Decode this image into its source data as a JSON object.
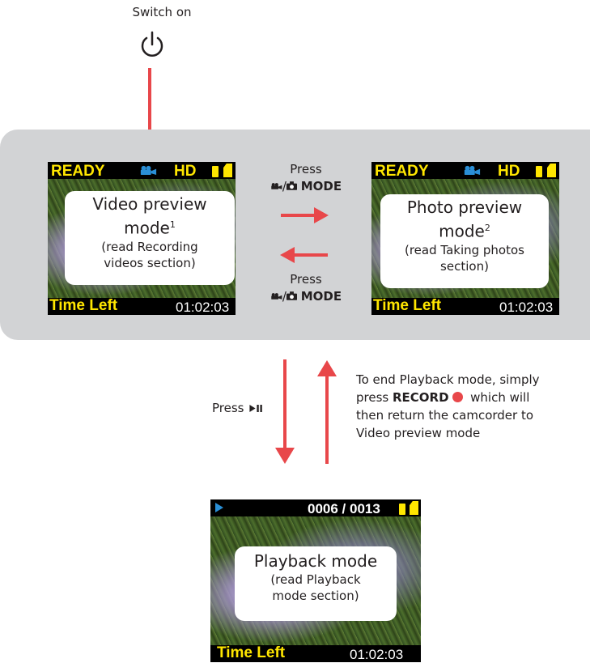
{
  "top": {
    "switch_label": "Switch on",
    "power_icon": "power-icon"
  },
  "screens": {
    "video": {
      "status": "READY",
      "quality": "HD",
      "footer_label": "Time Left",
      "footer_time": "01:02:03",
      "bubble_title": "Video preview",
      "bubble_title2": "mode",
      "bubble_sup": "1",
      "bubble_note1": "(read Recording",
      "bubble_note2": "videos section)"
    },
    "photo": {
      "status": "READY",
      "quality": "HD",
      "footer_label": "Time Left",
      "footer_time": "01:02:03",
      "bubble_title": "Photo preview",
      "bubble_title2": "mode",
      "bubble_sup": "2",
      "bubble_note1": "(read Taking photos",
      "bubble_note2": "section)"
    },
    "playback": {
      "counter": "0006 / 0013",
      "footer_label": "Time Left",
      "footer_time": "01:02:03",
      "bubble_title": "Playback mode",
      "bubble_note1": "(read Playback",
      "bubble_note2": "mode section)"
    }
  },
  "transitions": {
    "to_photo_press": "Press",
    "to_photo_mode": "MODE",
    "to_video_press": "Press",
    "to_video_mode": "MODE",
    "to_playback": "Press",
    "end_playback_line1": "To end Playback mode, simply",
    "end_playback_press": "press",
    "end_playback_record": "RECORD",
    "end_playback_after": "which will",
    "end_playback_line3": "then return the camcorder to",
    "end_playback_line4": "Video preview mode"
  },
  "colors": {
    "arrow": "#e8474a",
    "band": "#d2d3d5",
    "osd_yellow": "#ffe600",
    "osd_blue": "#2a8fd6"
  },
  "icons": [
    "power-icon",
    "video-camera-icon",
    "battery-icon",
    "memory-card-icon",
    "play-icon",
    "play-pause-icon",
    "photo-camera-icon",
    "record-dot-icon"
  ]
}
